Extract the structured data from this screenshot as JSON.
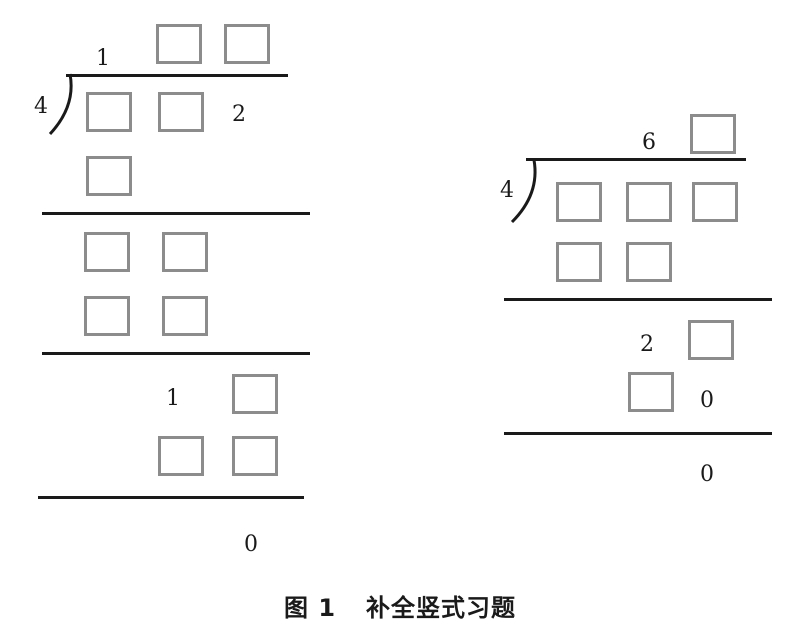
{
  "left_problem": {
    "divisor": "4",
    "quotient_digit": "1",
    "dividend_digit": "2",
    "step2_digit": "1",
    "final_remainder": "0"
  },
  "right_problem": {
    "divisor": "4",
    "quotient_digit": "6",
    "step1_digit": "2",
    "step1b_digit": "0",
    "final_remainder": "0"
  },
  "caption": {
    "label": "图 1",
    "title": "补全竖式习题"
  },
  "colors": {
    "box_border": "#8c8c8c",
    "text": "#1a1a1a"
  }
}
